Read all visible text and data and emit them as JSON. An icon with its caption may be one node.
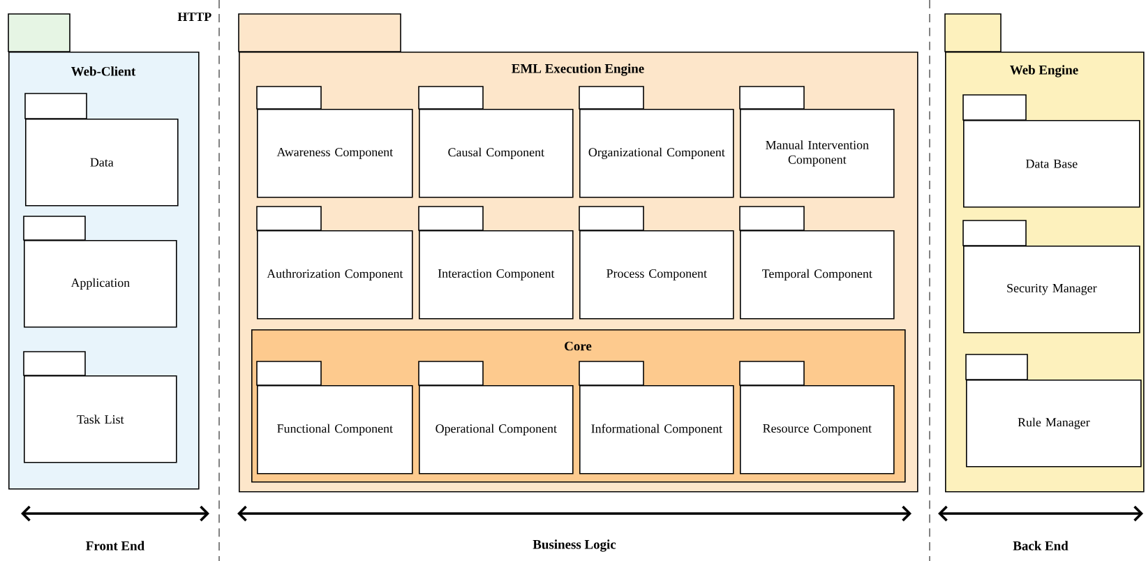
{
  "diagram": {
    "nodes": [
      {
        "text": [
          "Web-Client"
        ]
      },
      {
        "text": [
          "Data"
        ],
        "in": 0
      },
      {
        "text": [
          "Application"
        ],
        "in": 0
      },
      {
        "text": [
          "Task List"
        ],
        "in": 0
      },
      {
        "text": [
          "EML Execution Engine"
        ]
      },
      {
        "text": [
          "Awareness Component"
        ],
        "in": 4
      },
      {
        "text": [
          "Causal Component"
        ],
        "in": 4
      },
      {
        "text": [
          "Organizational Component"
        ],
        "in": 4
      },
      {
        "text": [
          "Manual Intervention Component"
        ],
        "in": 4
      },
      {
        "text": [
          "Authrorization Component"
        ],
        "in": 4
      },
      {
        "text": [
          "Interaction Component"
        ],
        "in": 4
      },
      {
        "text": [
          "Process Component"
        ],
        "in": 4
      },
      {
        "text": [
          "Temporal Component"
        ],
        "in": 4
      },
      {
        "text": [
          "Core"
        ],
        "in": 4
      },
      {
        "text": [
          "Functional Component"
        ],
        "in": 13
      },
      {
        "text": [
          "Operational Component"
        ],
        "in": 13
      },
      {
        "text": [
          "Informational Component"
        ],
        "in": 13
      },
      {
        "text": [
          "Resource Component"
        ],
        "in": 13
      },
      {
        "text": [
          "Web Engine"
        ]
      },
      {
        "text": [
          "Data Base"
        ],
        "in": 18
      },
      {
        "text": [
          "Security Manager"
        ],
        "in": 18
      },
      {
        "text": [
          "Rule Manager"
        ],
        "in": 18
      }
    ],
    "edges": [],
    "labels": [
      "HTTP",
      "Front End",
      "Business Logic",
      "Back End"
    ]
  }
}
